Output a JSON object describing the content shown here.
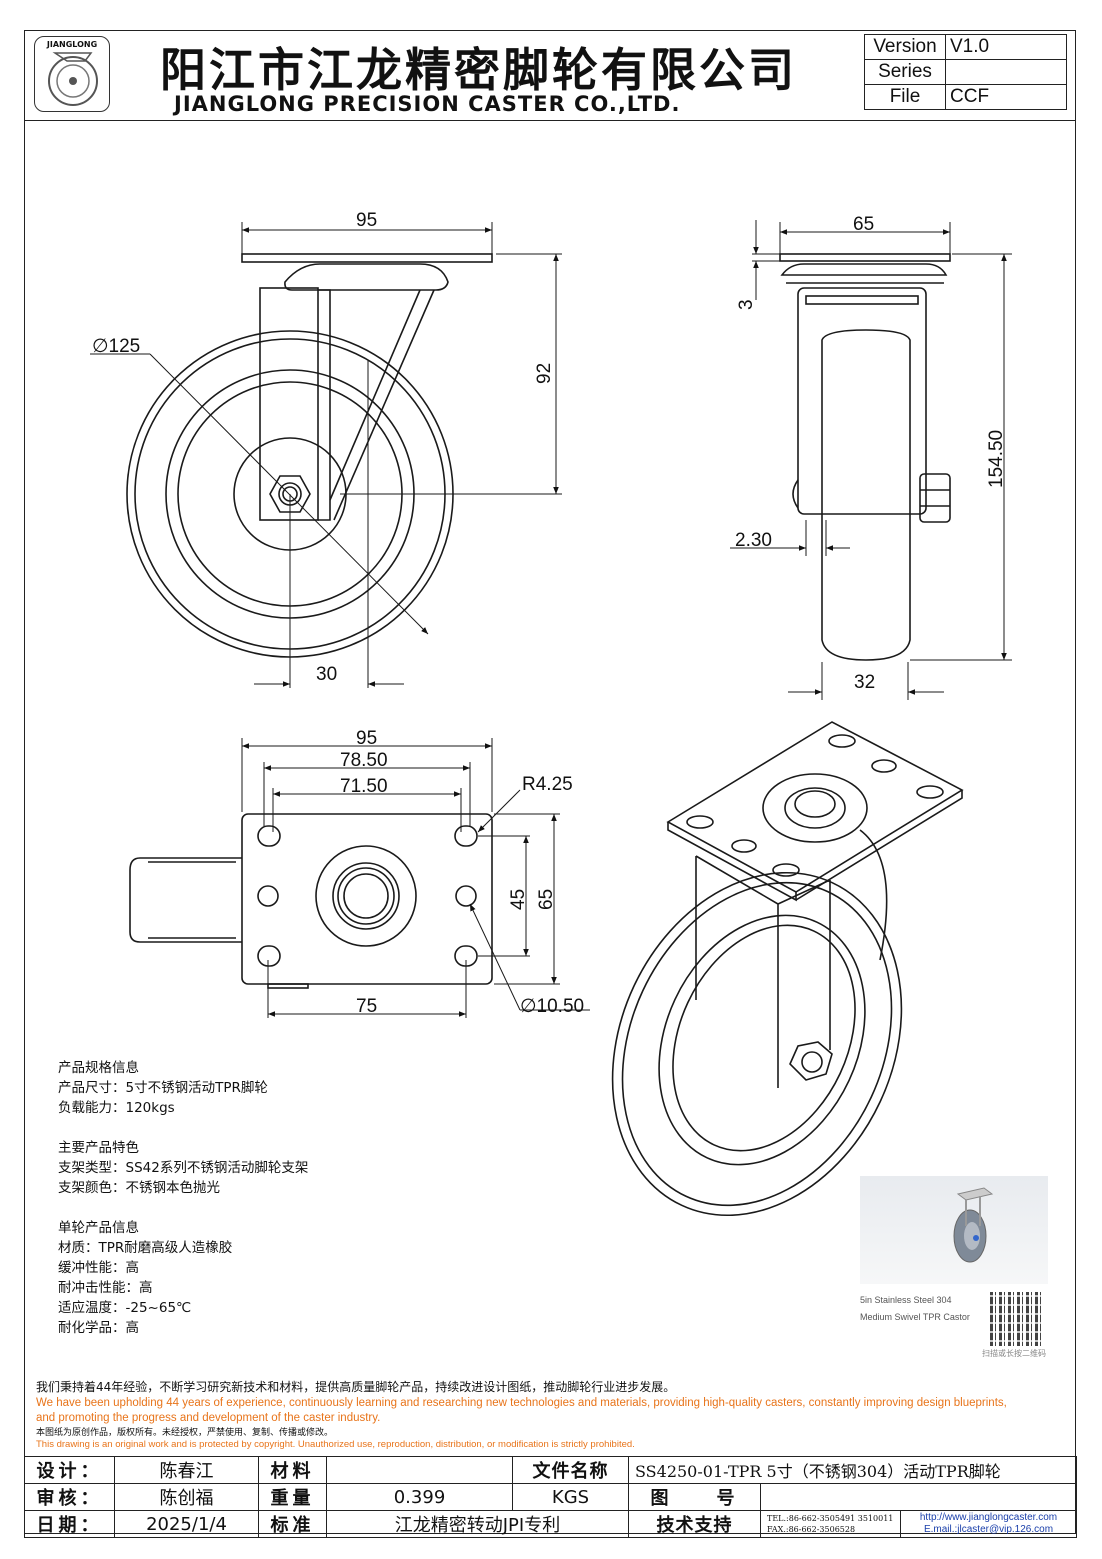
{
  "header": {
    "logo_text": "JIANGLONG",
    "title_cn": "阳江市江龙精密脚轮有限公司",
    "title_en": "JIANGLONG PRECISION CASTER CO.,LTD.",
    "version_label": "Version",
    "version_value": "V1.0",
    "series_label": "Series",
    "series_value": "",
    "file_label": "File",
    "file_value": "CCF"
  },
  "dimensions": {
    "side_top_width": "95",
    "side_height": "92",
    "wheel_dia": "∅125",
    "offset": "30",
    "front_top_width": "65",
    "plate_thickness": "3",
    "total_height": "154.50",
    "gap": "2.30",
    "wheel_width": "32",
    "plate_width": "95",
    "hole_span_outer": "78.50",
    "hole_span_inner": "71.50",
    "corner_radius": "R4.25",
    "hole_spacing_y": "45",
    "plate_height": "65",
    "hole_x": "75",
    "hole_dia": "∅10.50"
  },
  "specs": {
    "sec1_title": "产品规格信息",
    "size": "产品尺寸：5寸不锈钢活动TPR脚轮",
    "load": "负载能力：120kgs",
    "sec2_title": "主要产品特色",
    "bracket_type": "支架类型：SS42系列不锈钢活动脚轮支架",
    "bracket_color": "支架颜色：不锈钢本色抛光",
    "sec3_title": "单轮产品信息",
    "material": "材质：TPR耐磨高级人造橡胶",
    "cushion": "缓冲性能：高",
    "impact": "耐冲击性能：高",
    "temperature": "适应温度：-25~65℃",
    "chemical": "耐化学品：高"
  },
  "thumbnail": {
    "caption": "5in Stainless Steel 304 Medium Swivel TPR Castor",
    "qr_caption": "扫描或长按二维码"
  },
  "notes": {
    "cn": "我们秉持着44年经验，不断学习研究新技术和材料，提供高质量脚轮产品，持续改进设计图纸，推动脚轮行业进步发展。",
    "en1": "We have been upholding 44 years of experience, continuously learning and researching new technologies and materials, providing high-quality casters, constantly improving design blueprints,",
    "en2": "and promoting the progress and development of the caster industry.",
    "cn2": "本图纸为原创作品，版权所有。未经授权，严禁使用、复制、传播或修改。",
    "en3": "This drawing is an original work and is protected by copyright. Unauthorized use, reproduction, distribution, or modification is strictly prohibited."
  },
  "title_block": {
    "design_label": "设计：",
    "designer": "陈春江",
    "material_label": "材料",
    "material_value": "",
    "filename_label": "文件名称",
    "filename": "SS4250-01-TPR 5寸（不锈钢304）活动TPR脚轮",
    "review_label": "审核：",
    "reviewer": "陈创福",
    "weight_label": "重量",
    "weight_value": "0.399",
    "weight_unit": "KGS",
    "drawing_no_label": "图　　号",
    "drawing_no": "",
    "date_label": "日期：",
    "date": "2025/1/4",
    "standard_label": "标准",
    "standard": "江龙精密转动JPI专利",
    "support_label": "技术支持",
    "tel": "TEL.:86-662-3505491 3510011",
    "fax": "FAX.:86-662-3506528",
    "web": "http://www.jianglongcaster.com",
    "email": "E.mail.:jlcaster@vip.126.com"
  }
}
